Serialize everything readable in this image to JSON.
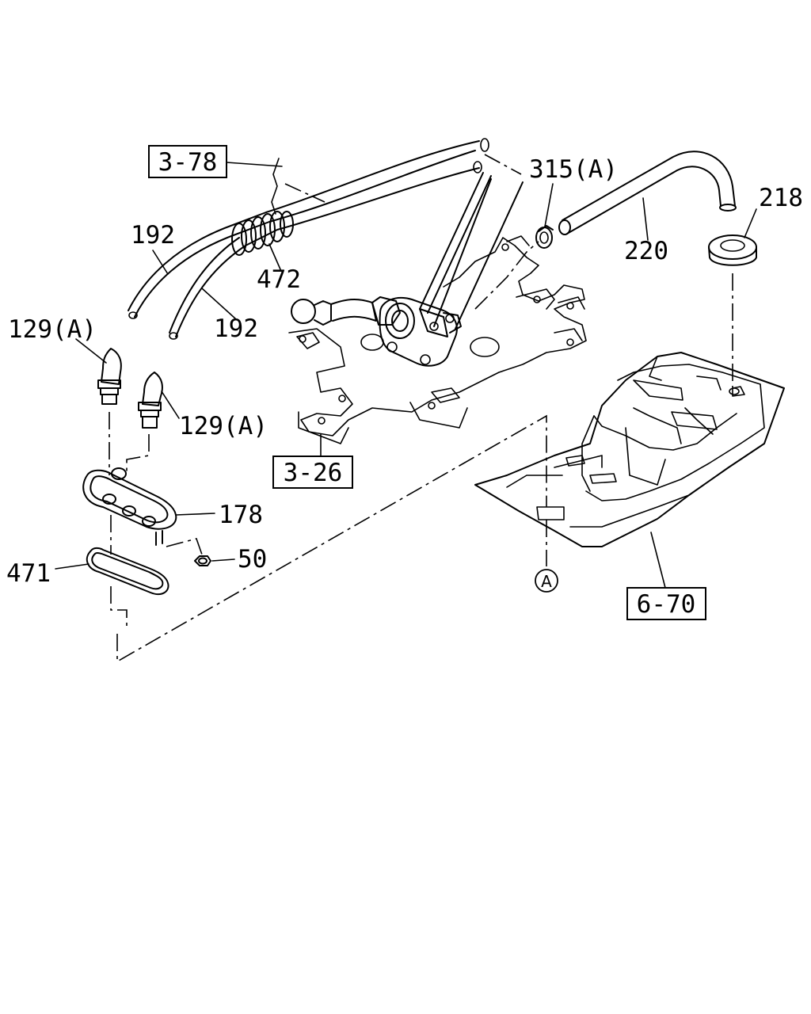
{
  "labels": {
    "ref_3_78": "3-78",
    "ref_3_26": "3-26",
    "ref_6_70": "6-70",
    "p192_upper": "192",
    "p192_lower": "192",
    "p472": "472",
    "p129a_left": "129(A)",
    "p129a_right": "129(A)",
    "p178": "178",
    "p50": "50",
    "p471": "471",
    "p315a": "315(A)",
    "p220": "220",
    "p218": "218",
    "callout_a": "A"
  }
}
